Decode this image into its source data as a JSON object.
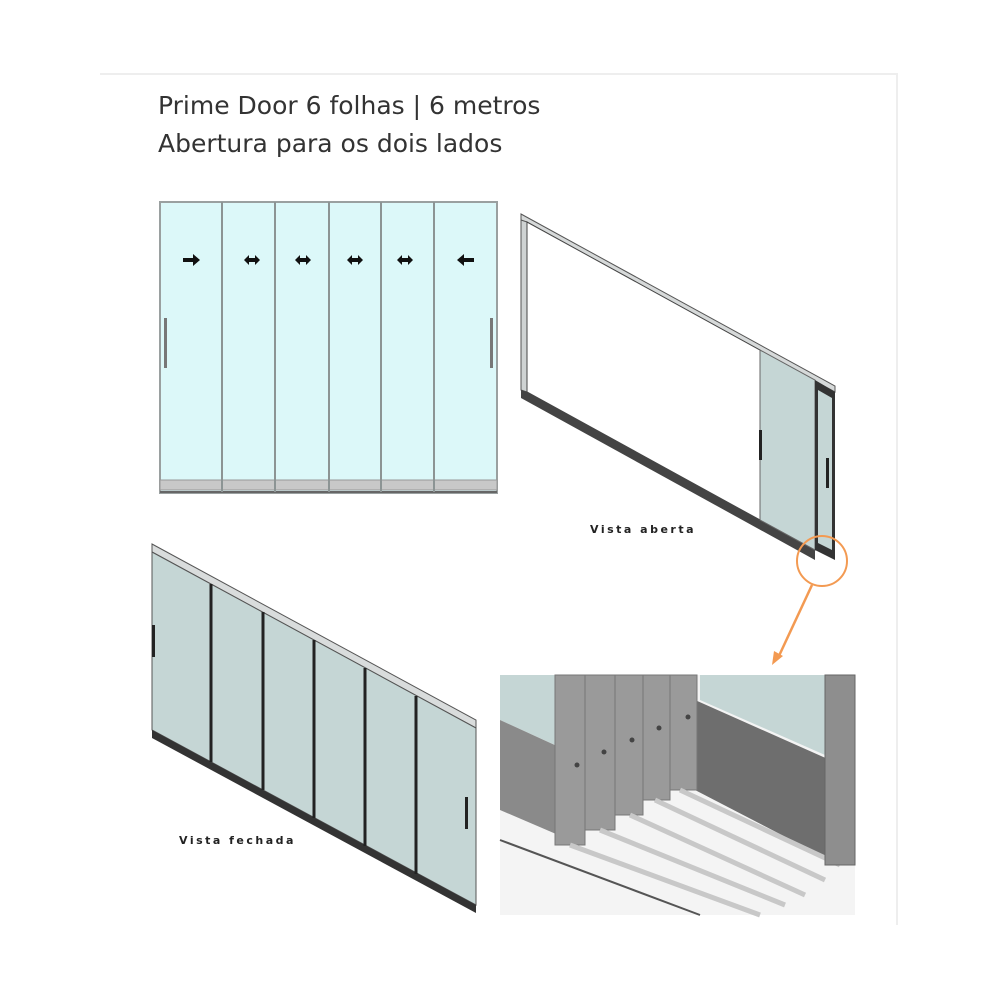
{
  "header": {
    "title_line1": "Prime Door 6 folhas | 6 metros",
    "title_line2": "Abertura para os dois lados"
  },
  "views": {
    "open_label": "Vista aberta",
    "closed_label": "Vista fechada"
  },
  "diagram": {
    "panel_count": 6,
    "arrows": [
      "right",
      "both",
      "both",
      "both",
      "both",
      "left"
    ],
    "colors": {
      "glass_front": "#dcf8f9",
      "glass_iso": "#c5d6d5",
      "frame": "#9aa0a0",
      "highlight": "#f39a52"
    }
  }
}
